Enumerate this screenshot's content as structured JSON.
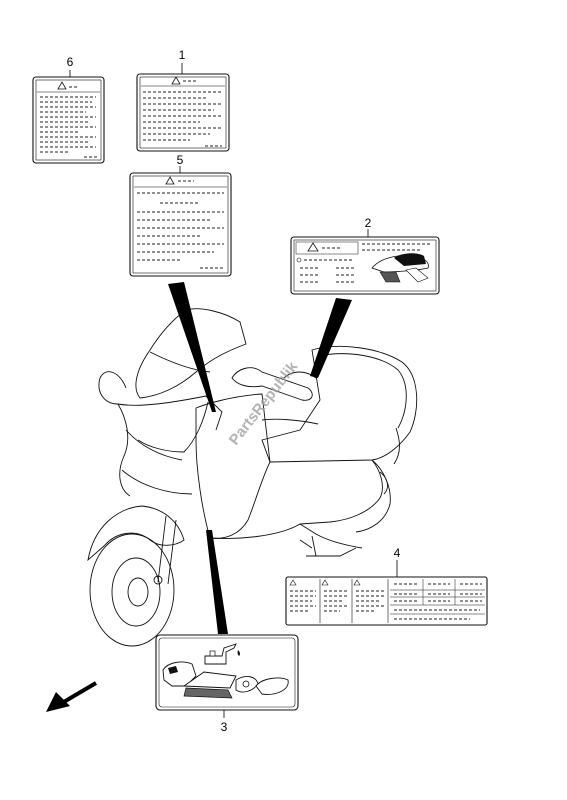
{
  "diagram": {
    "callouts": [
      {
        "number": "1"
      },
      {
        "number": "2"
      },
      {
        "number": "3"
      },
      {
        "number": "4"
      },
      {
        "number": "5"
      },
      {
        "number": "6"
      }
    ],
    "watermark": "PartsRepublik",
    "icons": {
      "warning": "warning-triangle-icon",
      "direction": "front-arrow-icon"
    }
  }
}
